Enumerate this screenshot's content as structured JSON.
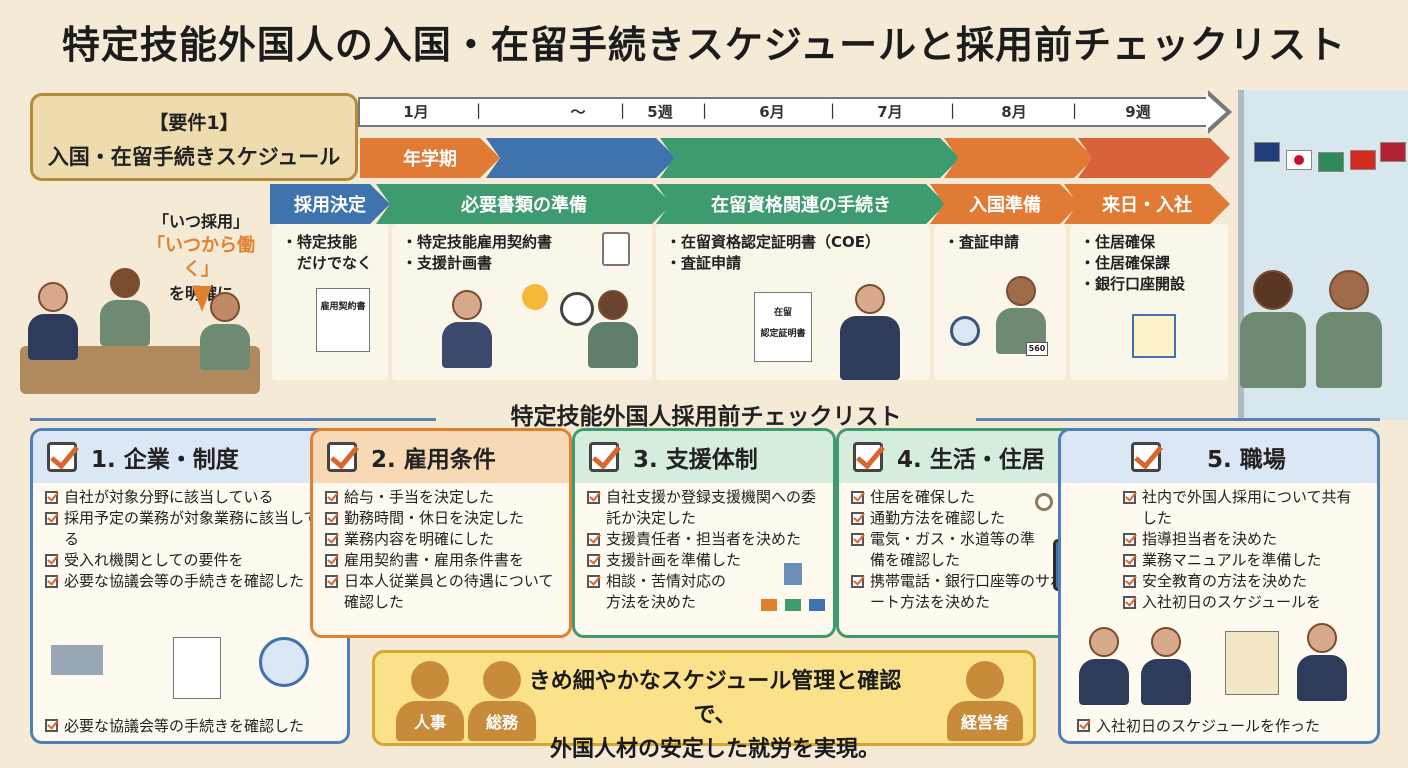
{
  "title": "特定技能外国人の入国・在留手続きスケジュールと採用前チェックリスト",
  "requirement": {
    "line1": "【要件1】",
    "line2": "入国・在留手続きスケジュール"
  },
  "timeline": {
    "labels": [
      "1月",
      "〜",
      "5週",
      "6月",
      "7月",
      "8月",
      "9週"
    ]
  },
  "phases": {
    "top": "年学期",
    "steps": [
      "採用決定",
      "必要書類の準備",
      "在留資格関連の手続き",
      "入国準備",
      "来日・入社"
    ]
  },
  "callout": {
    "line1": "「いつ採用」",
    "line2": "「いつから働く」",
    "line3": "を明確に"
  },
  "step_items": {
    "decision": [
      "・特定技能",
      "　だけでなく"
    ],
    "documents": [
      "・特定技能雇用契約書",
      "・支援計画書"
    ],
    "visa": [
      "・在留資格認定証明書（COE）",
      "・査証申請"
    ],
    "entry": [
      "・査証申請"
    ],
    "arrival": [
      "・住居確保",
      "・住居確保課",
      "・銀行口座開設"
    ]
  },
  "doc_labels": {
    "employment": "雇用契約書",
    "residence": "在留\n認定証明書",
    "card": "560"
  },
  "checklist": {
    "title": "特定技能外国人採用前チェックリスト",
    "cards": [
      {
        "title": "1. 企業・制度",
        "items": [
          "自社が対象分野に該当している",
          "採用予定の業務が対象業務に該当している",
          "受入れ機関としての要件を",
          "必要な協議会等の手続きを確認した"
        ],
        "footer": "必要な協議会等の手続きを確認した"
      },
      {
        "title": "2. 雇用条件",
        "items": [
          "給与・手当を決定した",
          "勤務時間・休日を決定した",
          "業務内容を明確にした",
          "雇用契約書・雇用条件書を",
          "日本人従業員との待遇について確認した"
        ]
      },
      {
        "title": "3. 支援体制",
        "items": [
          "自社支援か登録支援機関への委託か決定した",
          "支援責任者・担当者を決めた",
          "支援計画を準備した",
          "相談・苦情対応の方法を決めた"
        ]
      },
      {
        "title": "4. 生活・住居",
        "items": [
          "住居を確保した",
          "通勤方法を確認した",
          "電気・ガス・水道等の準備を確認した",
          "携帯電話・銀行口座等のサポート方法を決めた"
        ]
      },
      {
        "title": "5. 職場",
        "items": [
          "社内で外国人採用について共有した",
          "指導担当者を決めた",
          "業務マニュアルを準備した",
          "安全教育の方法を決めた",
          "入社初日のスケジュールを"
        ],
        "footer": "入社初日のスケジュールを作った"
      }
    ]
  },
  "banner": {
    "line1": "きめ細やかなスケジュール管理と確認で、",
    "line2": "外国人材の安定した就労を実現。",
    "roles": [
      "人事",
      "総務",
      "経営者"
    ]
  },
  "colors": {
    "blue": "#3f73ad",
    "green": "#3e9a6f",
    "orange": "#e07a35",
    "accent": "#e0812f"
  }
}
